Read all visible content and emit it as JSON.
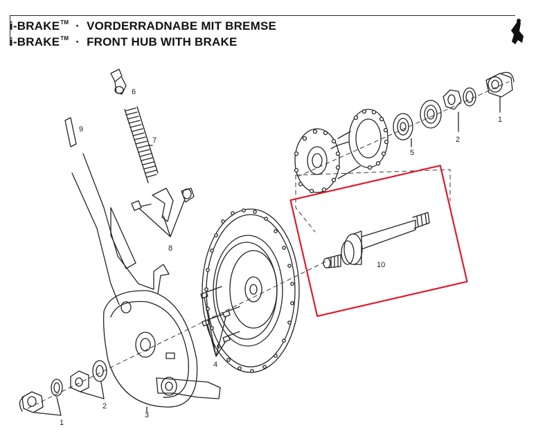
{
  "header": {
    "line1": {
      "brand": "i-BRAKE",
      "tm": "TM",
      "sep": "·",
      "title": "VORDERRADNABE MIT BREMSE"
    },
    "line2": {
      "brand": "i-BRAKE",
      "tm": "TM",
      "sep": "·",
      "title": "FRONT HUB WITH BRAKE"
    }
  },
  "callouts": {
    "n1_top": "1",
    "n2_top": "2",
    "n5": "5",
    "n6": "6",
    "n7": "7",
    "n8": "8",
    "n9": "9",
    "n10": "10",
    "n4": "4",
    "n3": "3",
    "n2_bottom": "2",
    "n1_bottom": "1"
  },
  "highlight": {
    "part": "10",
    "color": "#e0192b"
  },
  "icon": "bicycle-rider-icon"
}
